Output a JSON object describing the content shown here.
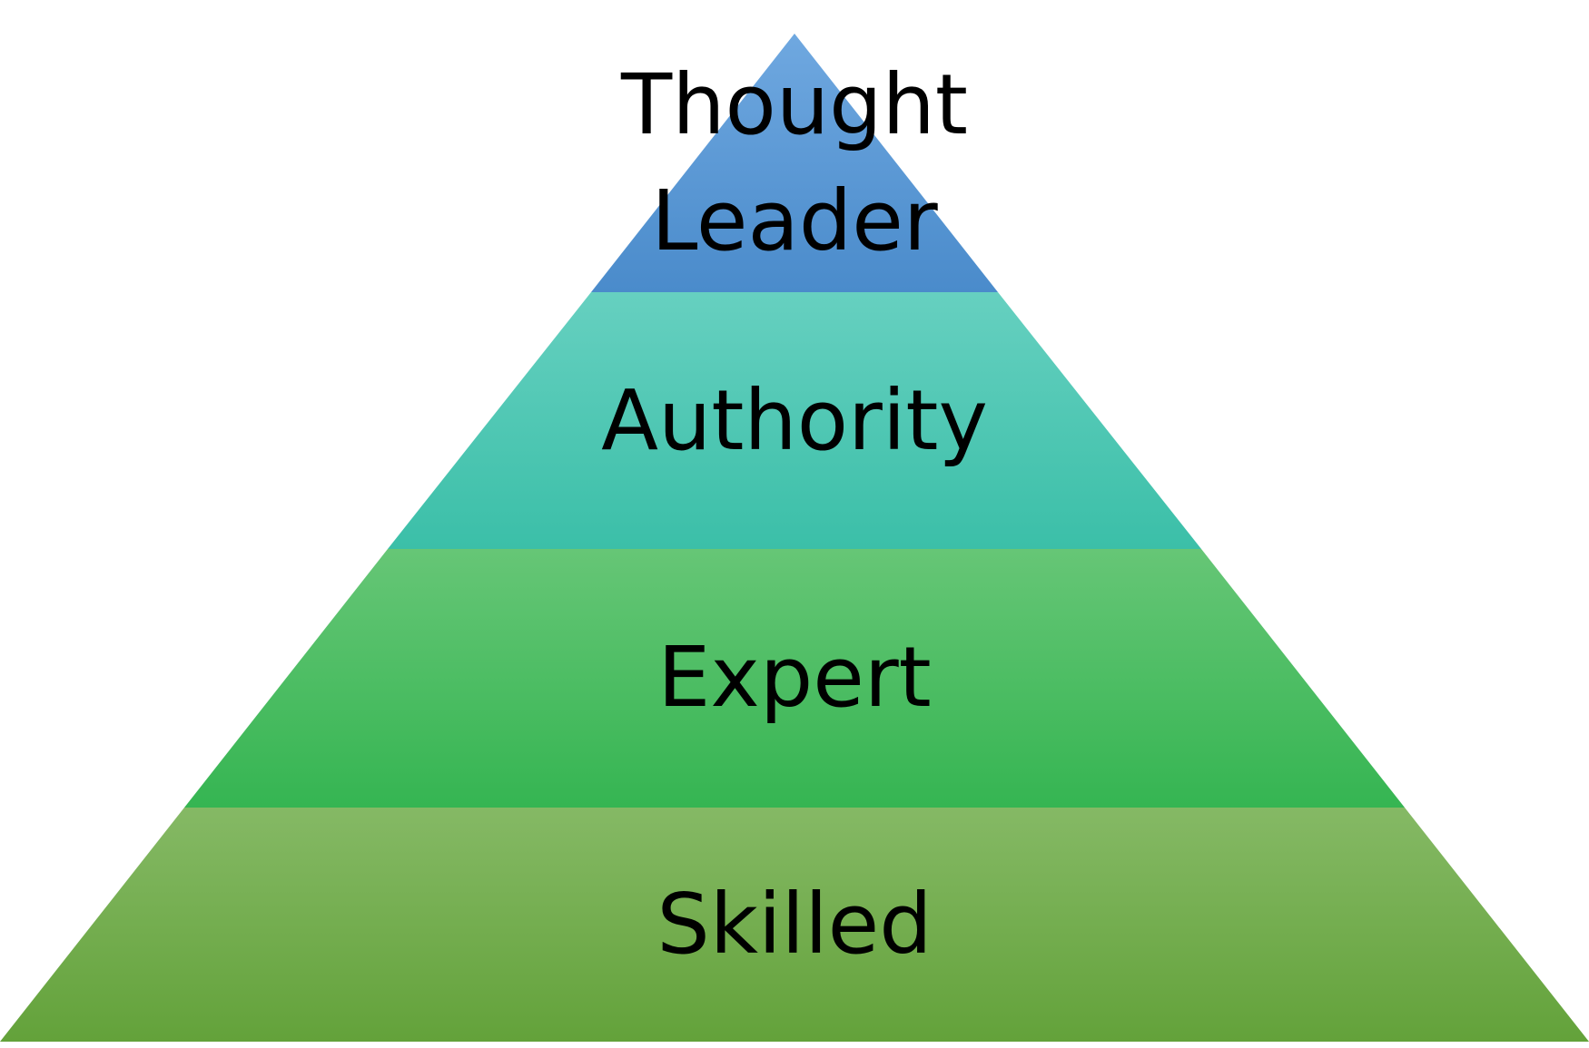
{
  "diagram": {
    "type": "pyramid",
    "tiers": [
      {
        "lines": [
          "Thought",
          "Leader"
        ],
        "color_top": "#6FA8E0",
        "color_bottom": "#4A8BCB"
      },
      {
        "lines": [
          "Authority"
        ],
        "color_top": "#66D0C0",
        "color_bottom": "#3BBFA8"
      },
      {
        "lines": [
          "Expert"
        ],
        "color_top": "#66C676",
        "color_bottom": "#35B552"
      },
      {
        "lines": [
          "Skilled"
        ],
        "color_top": "#85B965",
        "color_bottom": "#63A23A"
      }
    ]
  }
}
